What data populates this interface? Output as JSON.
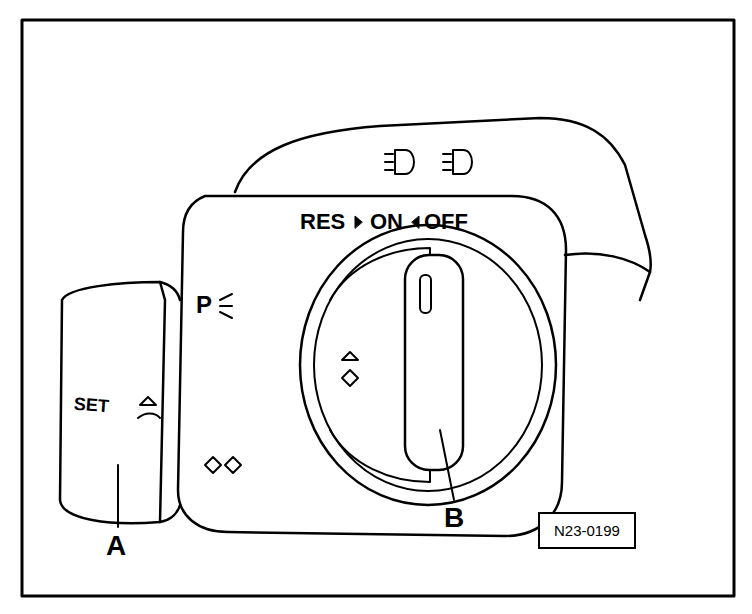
{
  "diagram": {
    "nodes": [
      {
        "text": [
          "N23-0199"
        ]
      }
    ],
    "labels": [
      "RES",
      "ON",
      "OFF",
      "SET",
      "P",
      "A",
      "B"
    ]
  }
}
